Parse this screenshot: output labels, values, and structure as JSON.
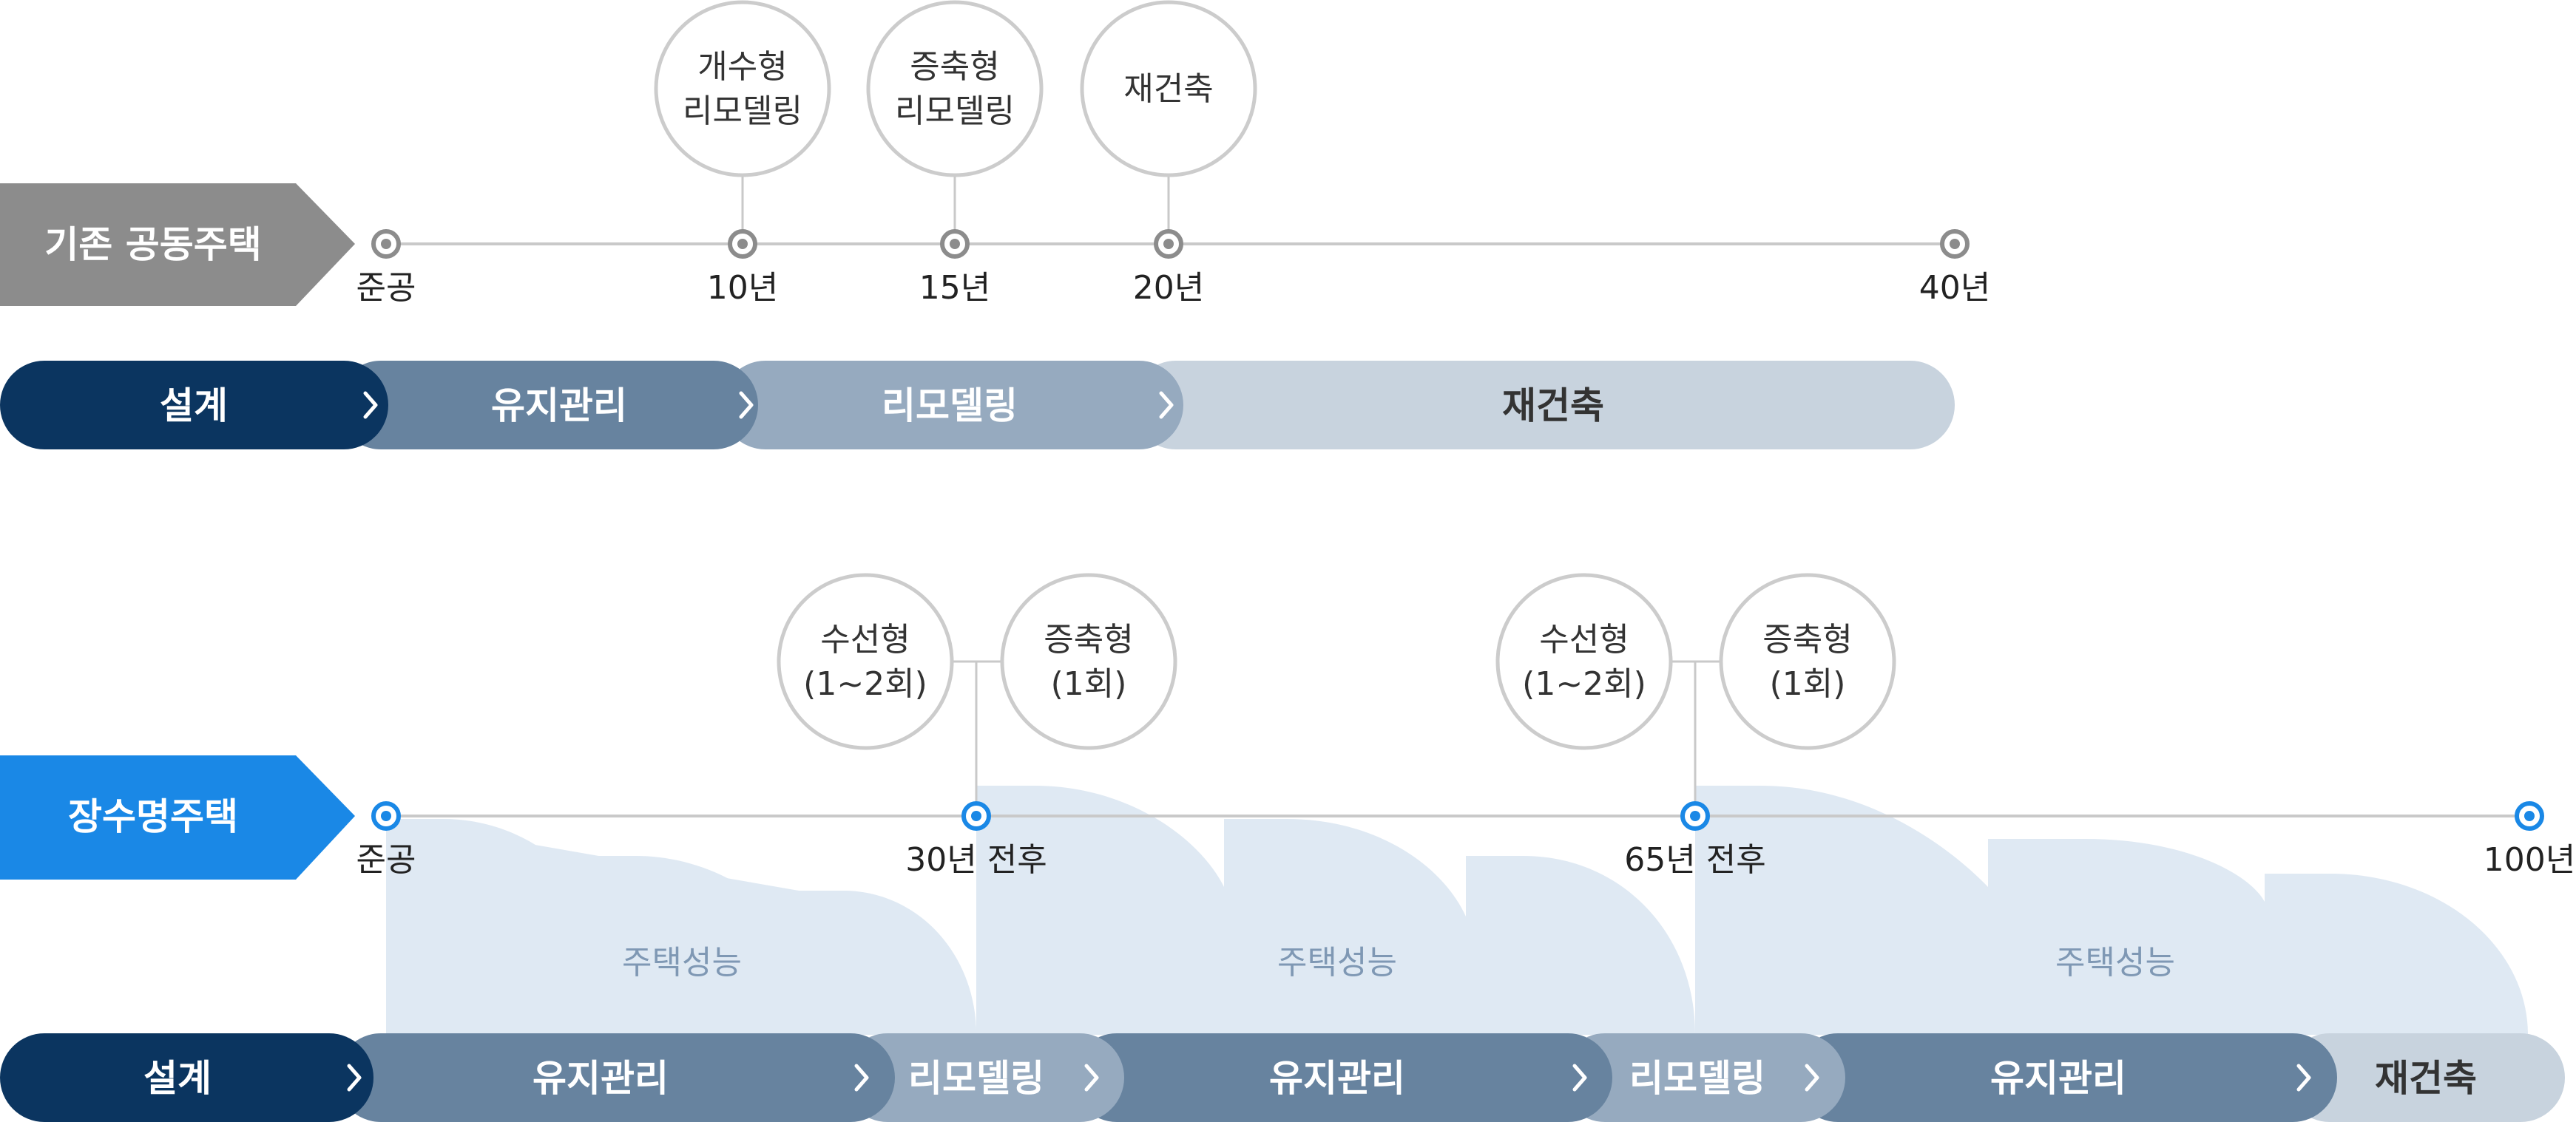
{
  "colors": {
    "existing_header": "#8c8c8c",
    "longlife_header": "#1a88e6",
    "timeline_line": "#c9c9c9",
    "marker_existing": "#8c8c8c",
    "marker_longlife": "#1a88e6",
    "bubble_border": "#cccccc",
    "performance_fill": "#dfe9f3",
    "phase_design": "#0b3560",
    "phase_maintenance": "#67839f",
    "phase_remodeling": "#96aabf",
    "phase_rebuild": "#c8d3de"
  },
  "existing": {
    "header": "기존 공동주택",
    "timeline_end_years": 40,
    "markers": [
      {
        "label": "준공",
        "year": 0
      },
      {
        "label": "10년",
        "year": 10
      },
      {
        "label": "15년",
        "year": 15
      },
      {
        "label": "20년",
        "year": 20
      },
      {
        "label": "40년",
        "year": 40
      }
    ],
    "bubbles": [
      {
        "year": 10,
        "lines": [
          "개수형",
          "리모델링"
        ]
      },
      {
        "year": 15,
        "lines": [
          "증축형",
          "리모델링"
        ]
      },
      {
        "year": 20,
        "lines": [
          "재건축"
        ]
      }
    ],
    "phases": [
      {
        "label": "설계",
        "kind": "design"
      },
      {
        "label": "유지관리",
        "kind": "maintenance"
      },
      {
        "label": "리모델링",
        "kind": "remodeling"
      },
      {
        "label": "재건축",
        "kind": "rebuild"
      }
    ]
  },
  "longlife": {
    "header": "장수명주택",
    "timeline_end_years": 100,
    "markers": [
      {
        "label": "준공",
        "year": 0
      },
      {
        "label": "30년 전후",
        "year": 30
      },
      {
        "label": "65년 전후",
        "year": 65
      },
      {
        "label": "100년",
        "year": 100
      }
    ],
    "bubble_groups": [
      {
        "year": 30,
        "bubbles": [
          {
            "lines": [
              "수선형",
              "(1~2회)"
            ]
          },
          {
            "lines": [
              "증축형",
              "(1회)"
            ]
          }
        ]
      },
      {
        "year": 65,
        "bubbles": [
          {
            "lines": [
              "수선형",
              "(1~2회)"
            ]
          },
          {
            "lines": [
              "증축형",
              "(1회)"
            ]
          }
        ]
      }
    ],
    "performance_label": "주택성능",
    "phases": [
      {
        "label": "설계",
        "kind": "design"
      },
      {
        "label": "유지관리",
        "kind": "maintenance"
      },
      {
        "label": "리모델링",
        "kind": "remodeling"
      },
      {
        "label": "유지관리",
        "kind": "maintenance"
      },
      {
        "label": "리모델링",
        "kind": "remodeling"
      },
      {
        "label": "유지관리",
        "kind": "maintenance"
      },
      {
        "label": "재건축",
        "kind": "rebuild"
      }
    ]
  }
}
